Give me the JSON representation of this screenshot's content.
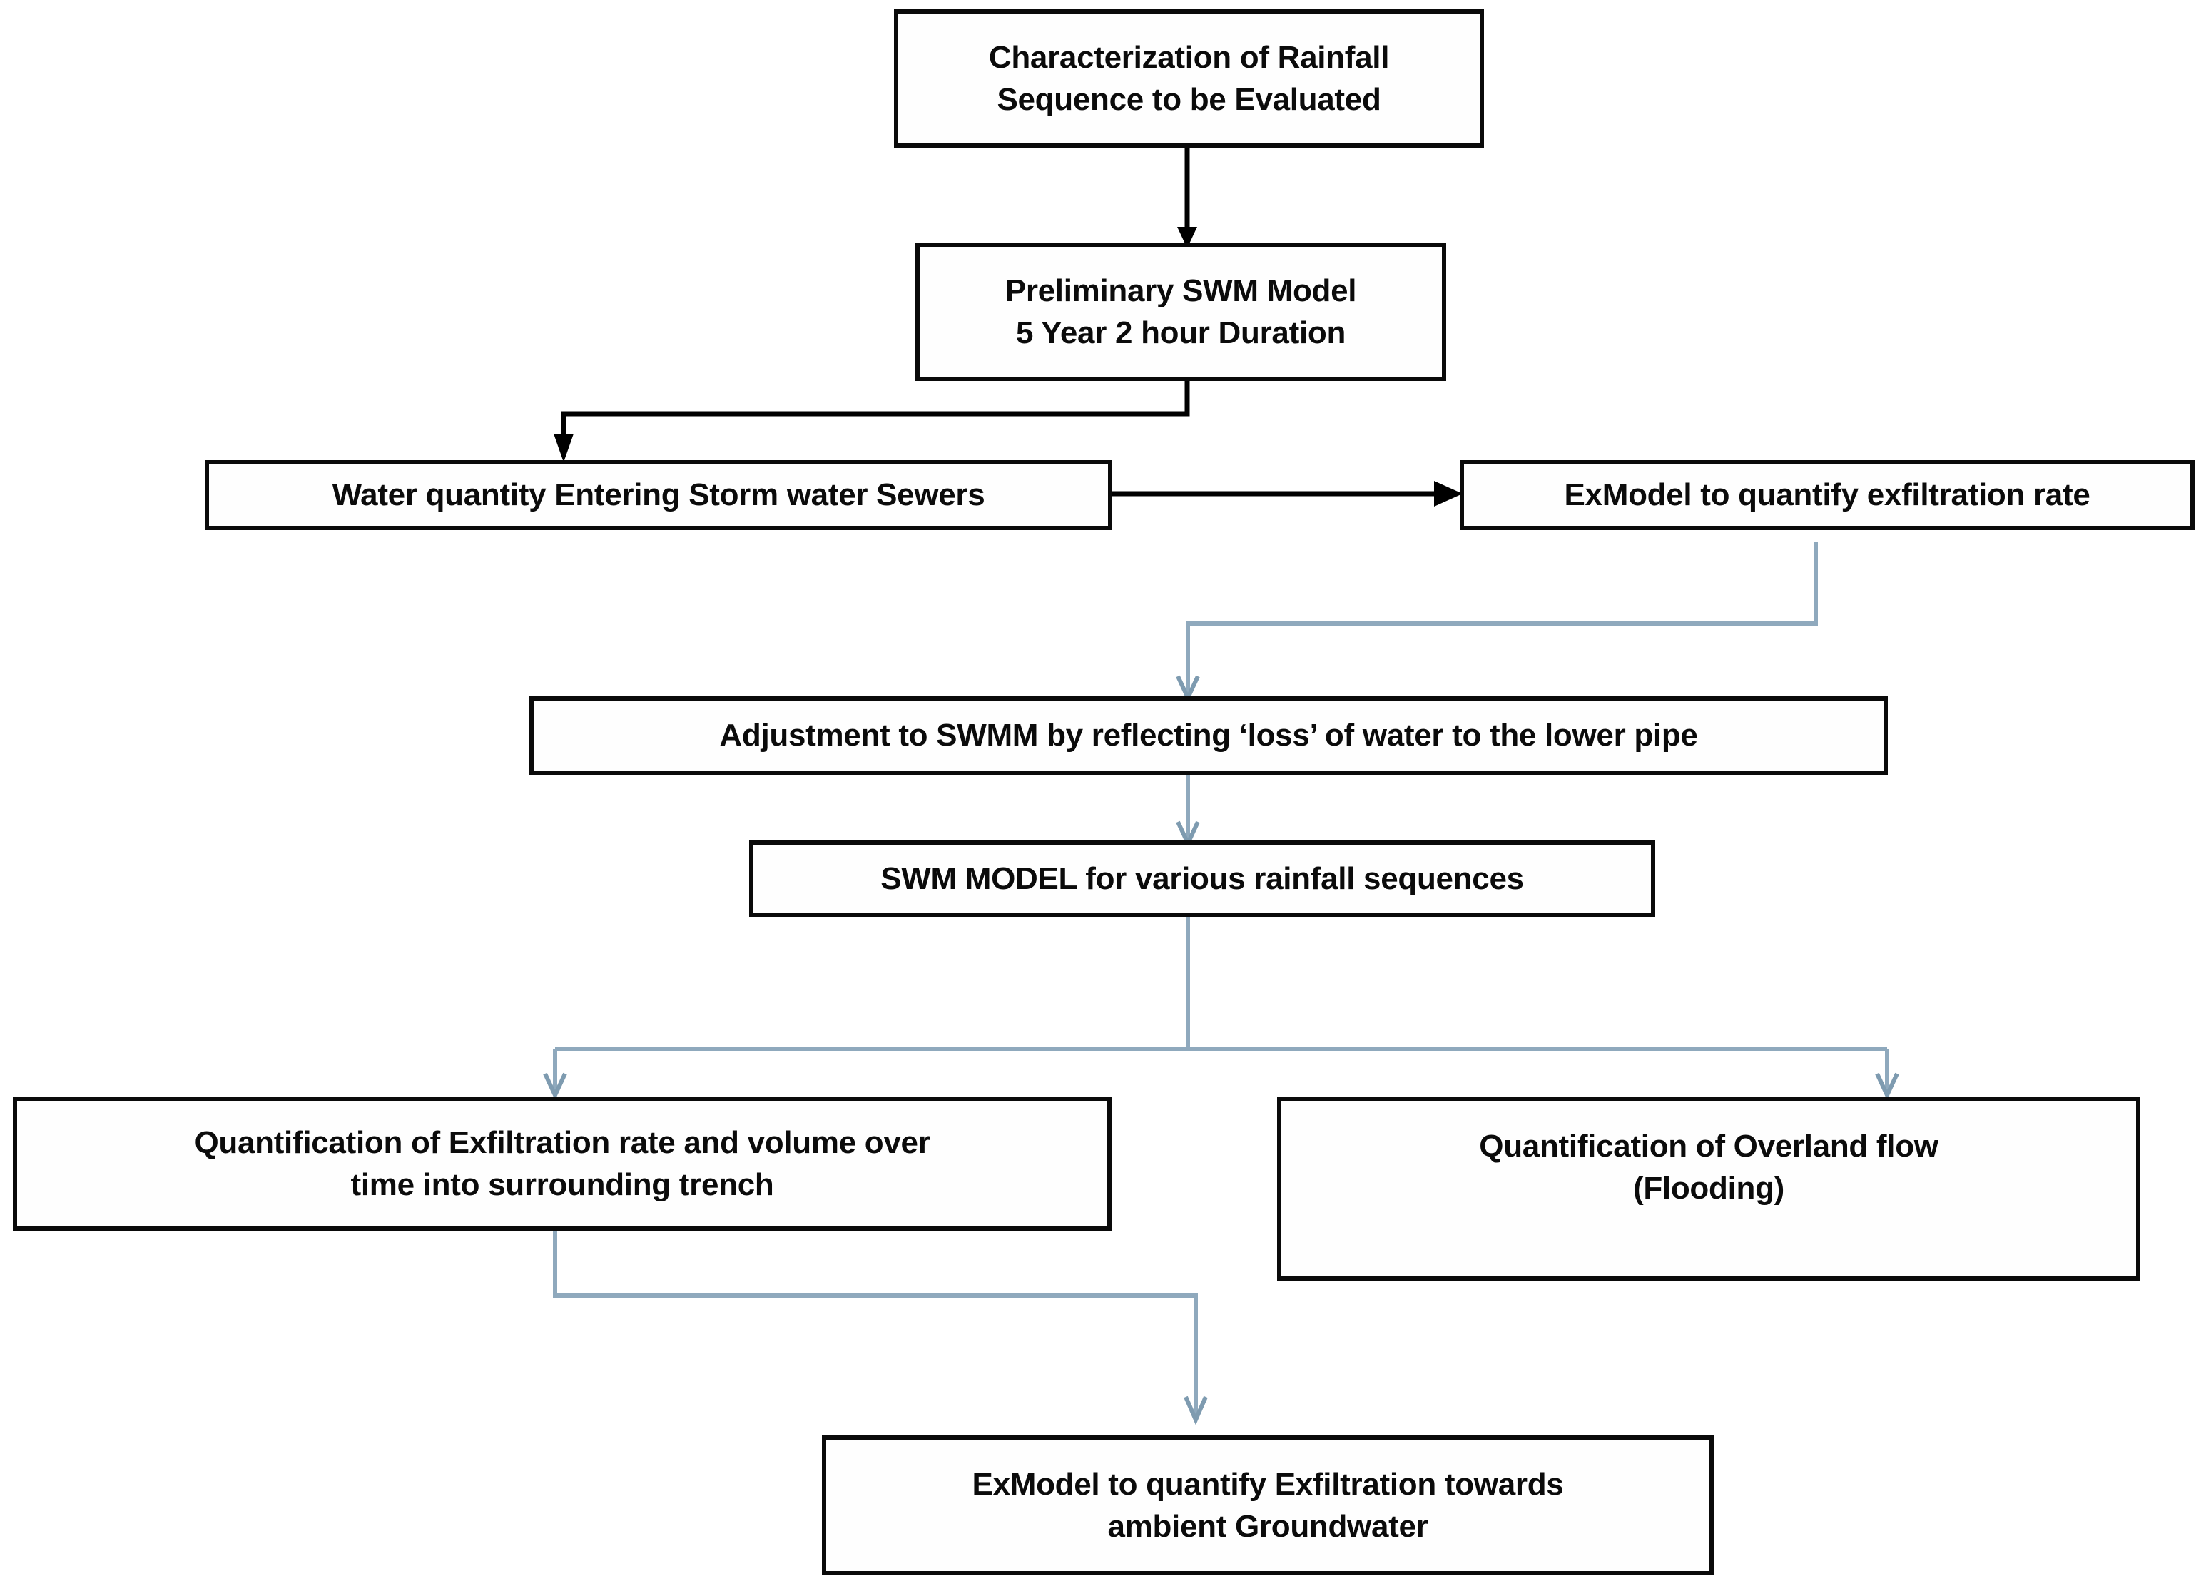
{
  "diagram": {
    "title": "Stormwater modelling and exfiltration workflow flowchart",
    "background_color": "#ffffff",
    "box_border_color": "#0a0a0a",
    "black_connector_color": "#000000",
    "blue_connector_color": "#8fa9bd",
    "nodes": [
      {
        "id": "characterization",
        "name": "characterization-of-rainfall-sequence",
        "line1": "Characterization of Rainfall",
        "line2": "Sequence to be Evaluated",
        "text": "Characterization of Rainfall Sequence to be Evaluated"
      },
      {
        "id": "preliminary-model",
        "name": "preliminary-swm-model",
        "line1": "Preliminary SWM Model",
        "line2": "5 Year 2 hour Duration",
        "text": "Preliminary SWM Model 5 Year 2 hour Duration"
      },
      {
        "id": "water-quantity",
        "name": "water-quantity-entering-storm-water-sewers",
        "line1": "Water quantity Entering Storm water Sewers",
        "line2": "",
        "text": "Water quantity Entering Storm water Sewers"
      },
      {
        "id": "exmodel-rate",
        "name": "exmodel-quantify-exfiltration-rate",
        "line1": "ExModel to quantify exfiltration rate",
        "line2": "",
        "text": "ExModel to quantify exfiltration rate"
      },
      {
        "id": "adjustment",
        "name": "adjustment-to-swmm",
        "line1": "Adjustment to SWMM by reflecting ‘loss’ of water to the lower pipe",
        "line2": "",
        "text": "Adjustment to SWMM by reflecting ‘loss’ of water to the lower pipe"
      },
      {
        "id": "swm-model-sequences",
        "name": "swm-model-various-rainfall-sequences",
        "line1": "SWM MODEL for various rainfall sequences",
        "line2": "",
        "text": "SWM MODEL for various rainfall sequences"
      },
      {
        "id": "quantify-exfiltration-trench",
        "name": "quantification-exfiltration-rate-volume-trench",
        "line1": "Quantification of Exfiltration rate and volume over",
        "line2": "time into surrounding trench",
        "text": "Quantification of Exfiltration rate and volume over time into surrounding trench"
      },
      {
        "id": "quantify-overland-flow",
        "name": "quantification-overland-flow-flooding",
        "line1": "Quantification of Overland flow",
        "line2": "(Flooding)",
        "text": "Quantification of Overland flow (Flooding)"
      },
      {
        "id": "exmodel-groundwater",
        "name": "exmodel-quantify-exfiltration-groundwater",
        "line1": "ExModel to quantify Exfiltration towards",
        "line2": "ambient Groundwater",
        "text": "ExModel to quantify Exfiltration towards ambient Groundwater"
      }
    ],
    "connectors": [
      {
        "name": "arrow-characterization-to-preliminary",
        "from": "characterization",
        "to": "preliminary-model",
        "style": "black",
        "shape": "vertical"
      },
      {
        "name": "arrow-preliminary-to-water-quantity",
        "from": "preliminary-model",
        "to": "water-quantity",
        "style": "black",
        "shape": "elbow-down-left"
      },
      {
        "name": "arrow-water-quantity-to-exmodel-rate",
        "from": "water-quantity",
        "to": "exmodel-rate",
        "style": "black",
        "shape": "horizontal"
      },
      {
        "name": "arrow-exmodel-rate-to-adjustment",
        "from": "exmodel-rate",
        "to": "adjustment",
        "style": "blue",
        "shape": "elbow-down-left"
      },
      {
        "name": "arrow-adjustment-to-swm-model",
        "from": "adjustment",
        "to": "swm-model-sequences",
        "style": "blue",
        "shape": "vertical"
      },
      {
        "name": "arrow-swm-model-to-trench",
        "from": "swm-model-sequences",
        "to": "quantify-exfiltration-trench",
        "style": "blue",
        "shape": "split-left"
      },
      {
        "name": "arrow-swm-model-to-overland",
        "from": "swm-model-sequences",
        "to": "quantify-overland-flow",
        "style": "blue",
        "shape": "split-right"
      },
      {
        "name": "arrow-trench-to-exmodel-groundwater",
        "from": "quantify-exfiltration-trench",
        "to": "exmodel-groundwater",
        "style": "blue",
        "shape": "elbow-down-right"
      }
    ]
  }
}
